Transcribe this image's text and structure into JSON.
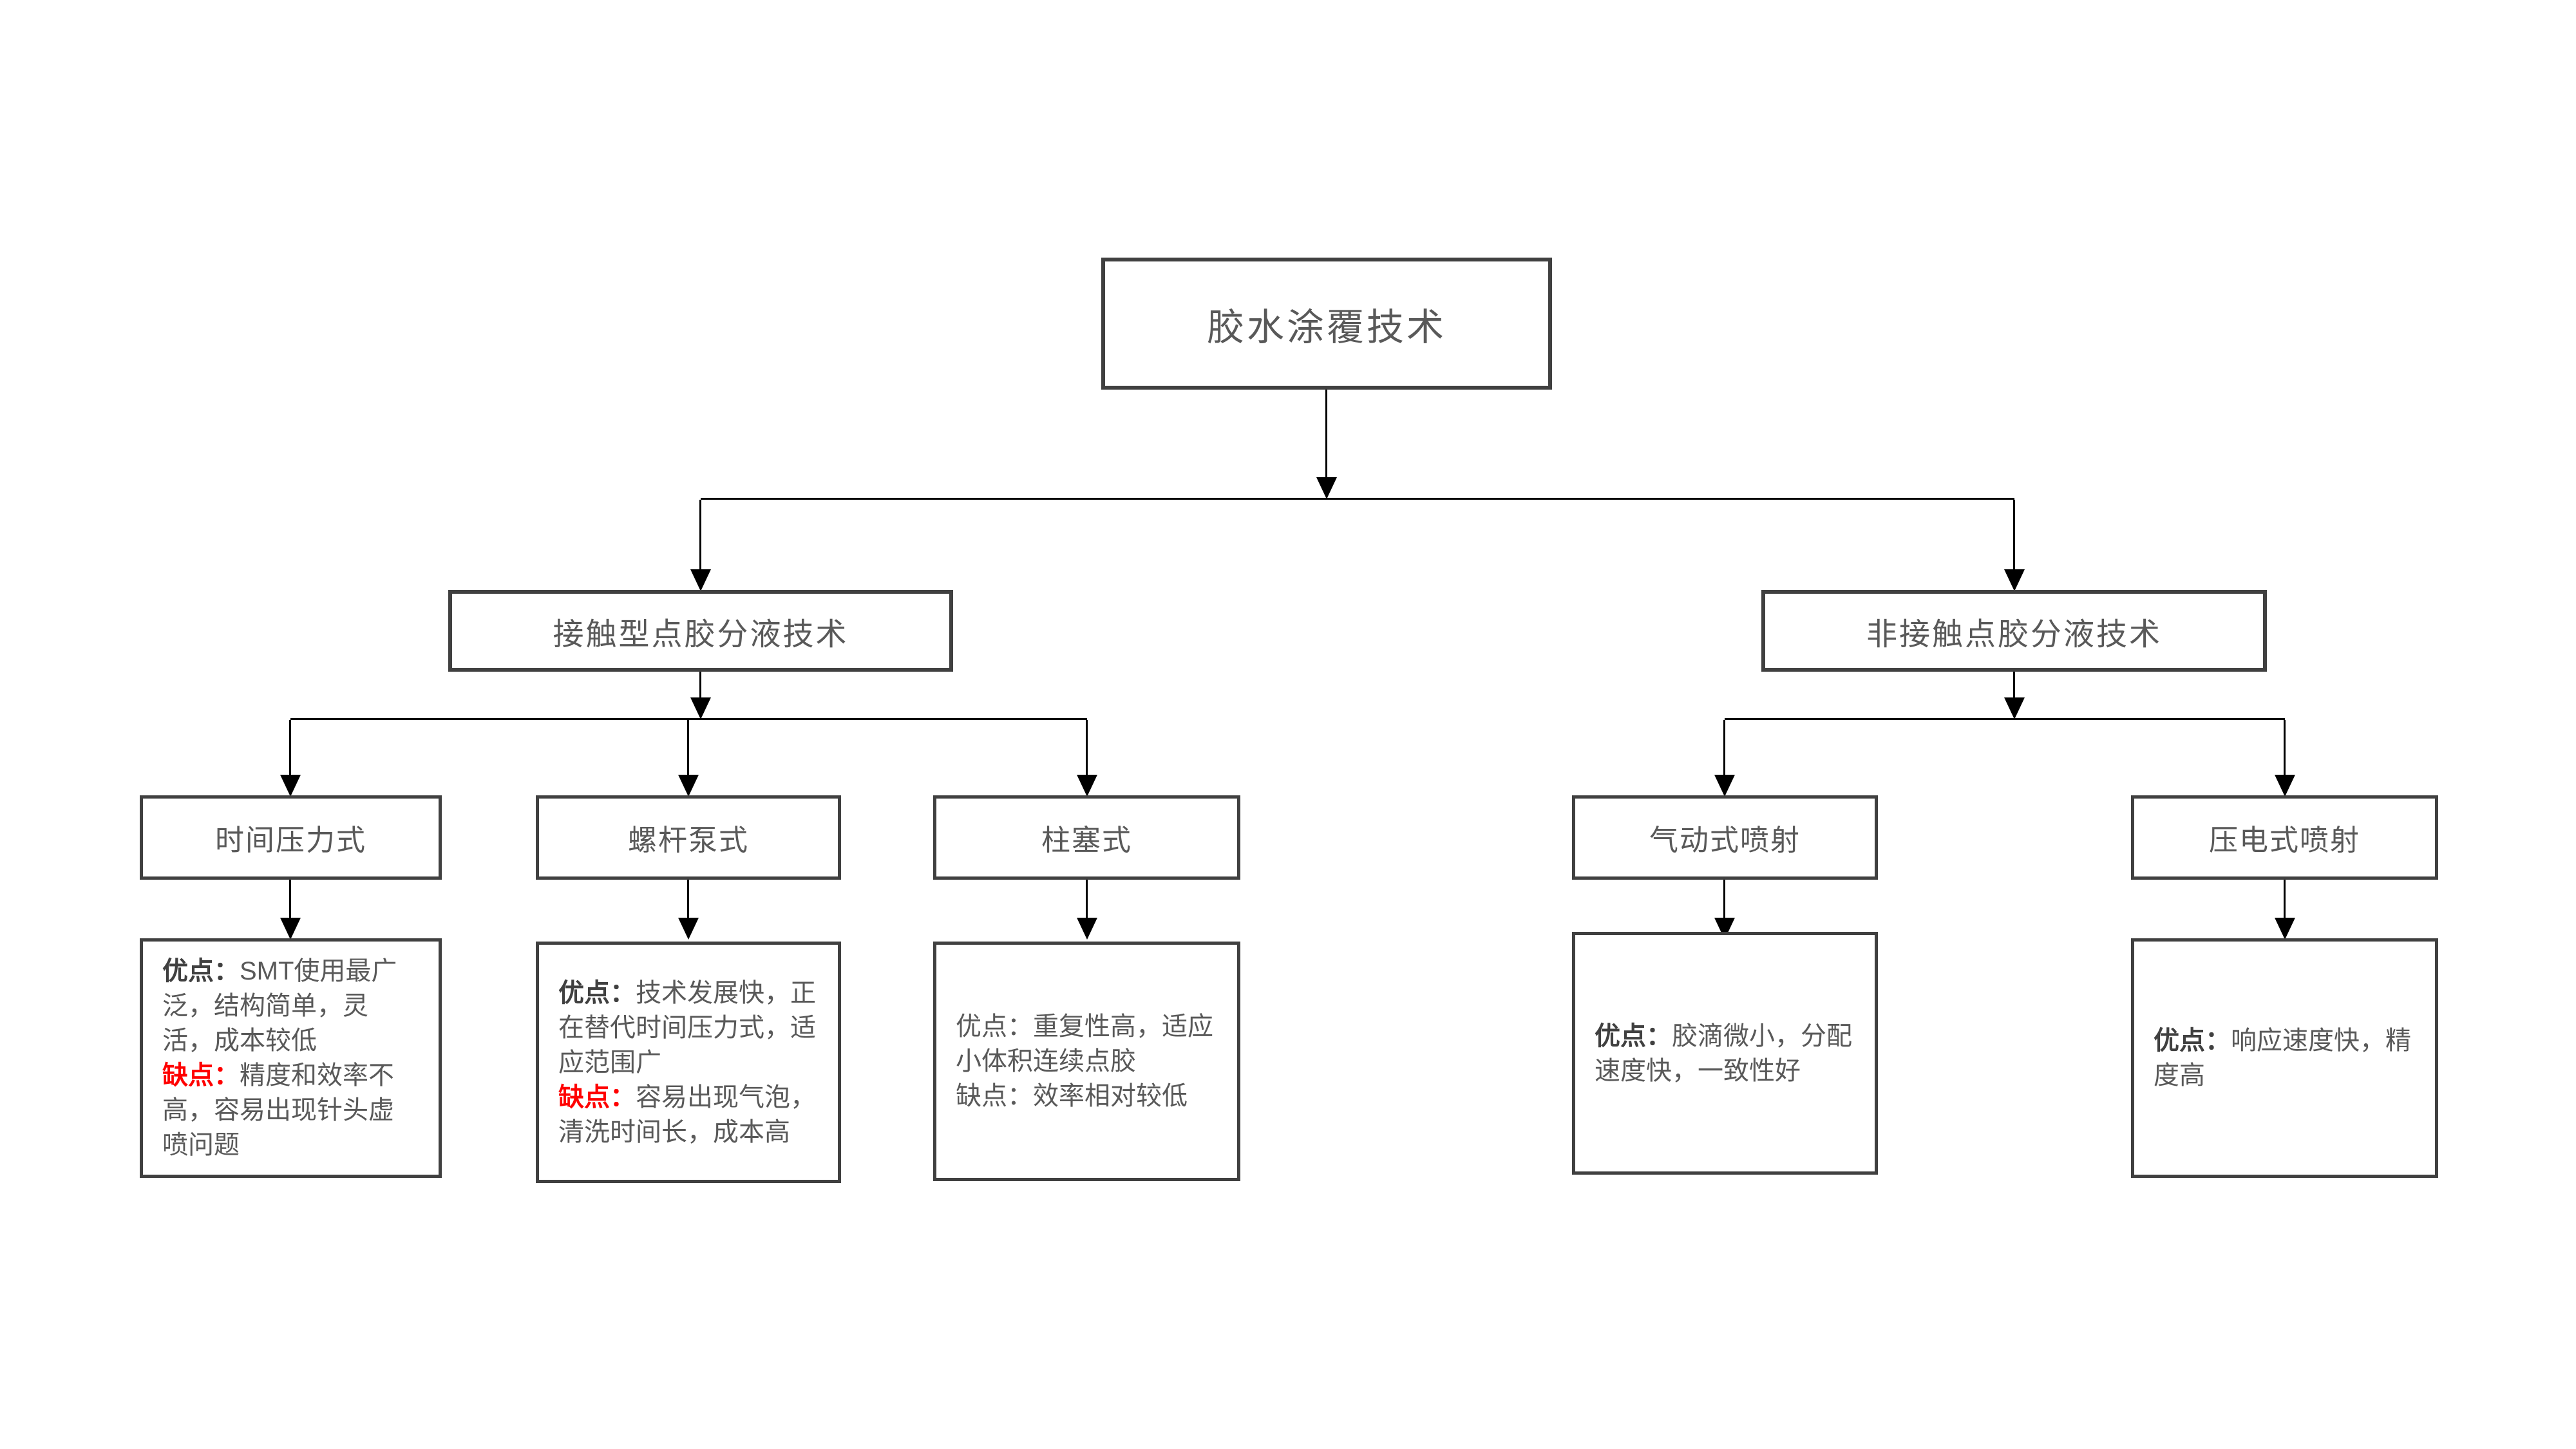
{
  "colors": {
    "background": "#ffffff",
    "box_border": "#404040",
    "title_text": "#595959",
    "body_text": "#595959",
    "label_strong": "#404040",
    "label_red": "#ff0000",
    "connector": "#000000"
  },
  "root": {
    "label": "胶水涂覆技术"
  },
  "branches": [
    {
      "label": "接触型点胶分液技术",
      "children": [
        {
          "label": "时间压力式",
          "desc": [
            {
              "label": "优点：",
              "label_style": "strong",
              "text": "SMT使用最广泛，结构简单，灵活，成本较低"
            },
            {
              "label": "缺点：",
              "label_style": "red",
              "text": "精度和效率不高，容易出现针头虚喷问题"
            }
          ]
        },
        {
          "label": "螺杆泵式",
          "desc": [
            {
              "label": "优点：",
              "label_style": "strong",
              "text": "技术发展快，正在替代时间压力式，适应范围广"
            },
            {
              "label": "缺点：",
              "label_style": "red",
              "text": "容易出现气泡，清洗时间长，成本高"
            }
          ]
        },
        {
          "label": "柱塞式",
          "desc": [
            {
              "label": "优点：",
              "label_style": "plain",
              "text": "重复性高，适应小体积连续点胶"
            },
            {
              "label": "缺点：",
              "label_style": "plain",
              "text": "效率相对较低"
            }
          ]
        }
      ]
    },
    {
      "label": "非接触点胶分液技术",
      "children": [
        {
          "label": "气动式喷射",
          "desc": [
            {
              "label": "优点：",
              "label_style": "strong",
              "text": "胶滴微小，分配速度快，一致性好"
            }
          ]
        },
        {
          "label": "压电式喷射",
          "desc": [
            {
              "label": "优点：",
              "label_style": "strong",
              "text": "响应速度快，精度高"
            }
          ]
        }
      ]
    }
  ]
}
